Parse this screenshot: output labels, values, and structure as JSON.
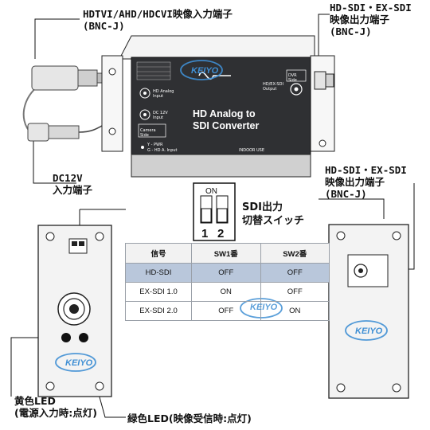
{
  "callouts": {
    "input": {
      "line1": "HDTVI/AHD/HDCVI映像入力端子",
      "line2": "(BNC-J)"
    },
    "output_top": {
      "line1": "HD-SDI・EX-SDI",
      "line2": "映像出力端子",
      "line3": "(BNC-J)"
    },
    "dc": {
      "line1": "DC12V",
      "line2": "入力端子"
    },
    "output_side": {
      "line1": "HD-SDI・EX-SDI",
      "line2": "映像出力端子",
      "line3": "(BNC-J)"
    },
    "switch": {
      "line1": "SDI出力",
      "line2": "切替スイッチ"
    },
    "yellow_led": {
      "line1": "黄色LED",
      "line2": "(電源入力時:点灯)"
    },
    "green_led": {
      "line1": "緑色LED(映像受信時:点灯)"
    }
  },
  "device": {
    "title_line1": "HD Analog to",
    "title_line2": "SDI Converter",
    "brand": "KEIYO",
    "port_in": "HD Analog\nInput",
    "port_dc": "DC 12V\nInput",
    "camera_side": "Camera\nSide",
    "dvr_side": "DVR\nSide",
    "sdi_out": "HD/EX-SDI\nOutput",
    "led_y": "Y - PWR",
    "led_g": "G - HD A. Input",
    "indoor": "INDOOR USE"
  },
  "dip": {
    "on_label": "ON",
    "pos1": "1",
    "pos2": "2"
  },
  "switch_table": {
    "headers": [
      "信号",
      "SW1番",
      "SW2番"
    ],
    "rows": [
      {
        "signal": "HD-SDI",
        "sw1": "OFF",
        "sw2": "OFF",
        "highlight": true
      },
      {
        "signal": "EX-SDI 1.0",
        "sw1": "ON",
        "sw2": "OFF",
        "highlight": false
      },
      {
        "signal": "EX-SDI 2.0",
        "sw1": "OFF",
        "sw2": "ON",
        "highlight": false
      }
    ]
  },
  "colors": {
    "watermark": "#3f8fd4",
    "highlight_row": "#b9c7db",
    "device_face": "#2f3033"
  }
}
